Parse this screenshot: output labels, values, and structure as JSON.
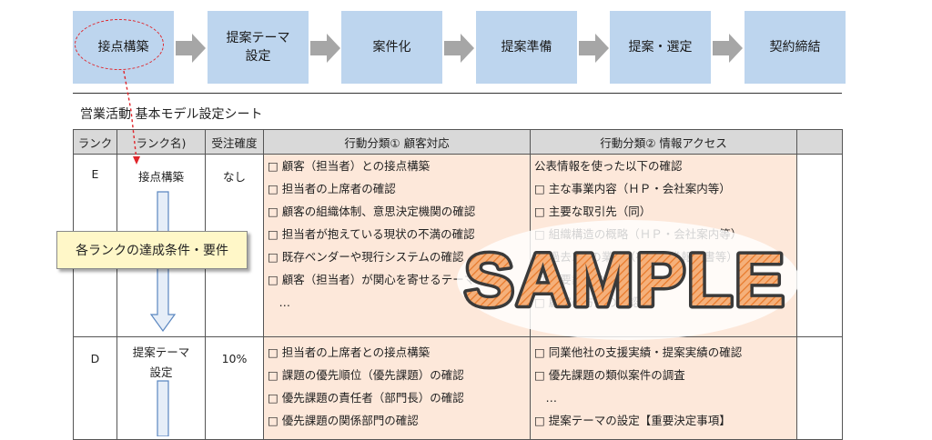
{
  "flow": {
    "steps": [
      {
        "label": "接点構築"
      },
      {
        "label": "提案テーマ\n設定"
      },
      {
        "label": "案件化"
      },
      {
        "label": "提案準備"
      },
      {
        "label": "提案・選定"
      },
      {
        "label": "契約締結"
      }
    ]
  },
  "sheet": {
    "title": "営業活動 基本モデル設定シート",
    "headers": {
      "rank": "ランク",
      "rank_name": "ランク名)",
      "order_confidence": "受注確度",
      "action_customer": "行動分類① 顧客対応",
      "action_info": "行動分類② 情報アクセス"
    },
    "rows": [
      {
        "rank": "E",
        "name": "接点構築",
        "confidence": "なし",
        "customer_actions": [
          "□ 顧客（担当者）との接点構築",
          "□ 担当者の上席者の確認",
          "□ 顧客の組織体制、意思決定機関の確認",
          "□ 担当者が抱えている現状の不満の確認",
          "□ 既存ベンダーや現行システムの確認",
          "□ 顧客（担当者）が関心を寄せるテーマ",
          "　…"
        ],
        "info_actions": [
          "公表情報を使った以下の確認",
          "□ 主な事業内容（ＨＰ・会社案内等）",
          "□ 主要な取引先（同）",
          "□ 組織構造の概略（ＨＰ・会社案内等）",
          "□ 過去3期の業績（有価証券報告書等）",
          "□ 重要課題の確認",
          "□ 顧客の方針の確認"
        ]
      },
      {
        "rank": "D",
        "name": "提案テーマ\n設定",
        "confidence": "10%",
        "customer_actions": [
          "□ 担当者の上席者との接点構築",
          "□ 課題の優先順位（優先課題）の確認",
          "□ 優先課題の責任者（部門長）の確認",
          "□ 優先課題の関係部門の確認"
        ],
        "info_actions": [
          "□ 同業他社の支援実績・提案実績の確認",
          "□ 優先課題の類似案件の調査",
          "　…",
          "□ 提案テーマの設定【重要決定事項】"
        ]
      }
    ]
  },
  "callout": {
    "text": "各ランクの達成条件・要件"
  },
  "stamp": {
    "text": "SAMPLE"
  },
  "colors": {
    "step_fill": "#bdd5ee",
    "flow_arrow": "#a6a6a6",
    "header_fill": "#d9d9d9",
    "action_fill": "#fde8da",
    "callout_fill": "#fff7c8",
    "accent_red": "#e0252b",
    "stamp_orange": "#ee8a3c"
  }
}
